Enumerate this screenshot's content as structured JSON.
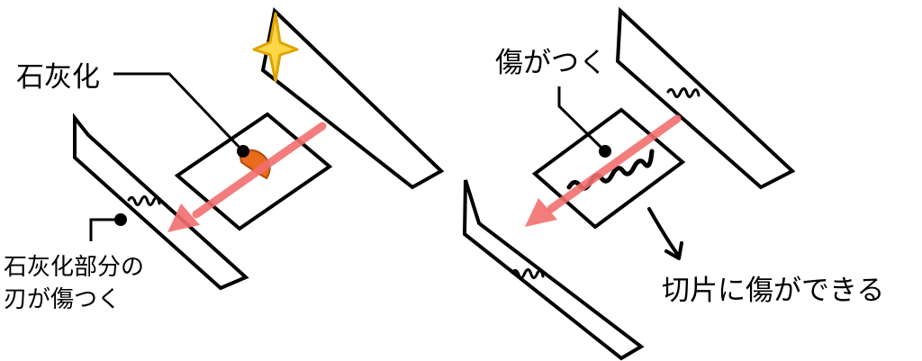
{
  "labels": {
    "calcified": "石灰化",
    "blade_damaged_line1": "石灰化部分の",
    "blade_damaged_line2": "刃が傷つく",
    "scratched": "傷がつく",
    "section_damaged": "切片に傷ができる"
  },
  "colors": {
    "outline": "#000000",
    "arrow": "#f26f6f",
    "calcification": "#e86b1e",
    "spark_fill": "#ffd54a",
    "spark_stroke": "#e0a400"
  }
}
